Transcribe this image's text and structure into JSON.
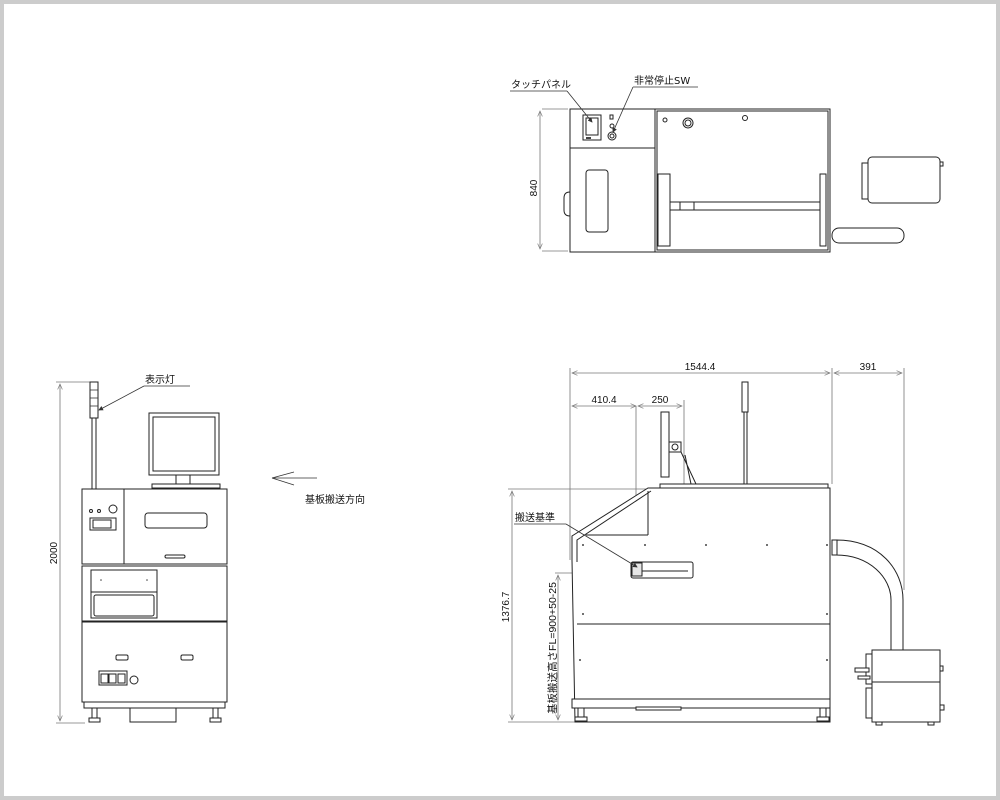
{
  "drawing": {
    "title": "Equipment external view drawing",
    "views": [
      "top-view",
      "front-view",
      "side-view"
    ]
  },
  "labels": {
    "touch_panel": "タッチパネル",
    "emergency_stop": "非常停止SW",
    "signal_tower": "表示灯",
    "transfer_direction": "基板搬送方向",
    "transfer_reference": "搬送基準",
    "transfer_height": "基板搬送高さFL=900+50-25"
  },
  "dimensions": {
    "top_depth": "840",
    "front_height": "2000",
    "side_width": "1544.4",
    "side_offset_1": "410.4",
    "side_offset_2": "250",
    "side_ext": "391",
    "side_height": "1376.7"
  },
  "colors": {
    "frame_border": "#cccccc",
    "background": "#ffffff",
    "line": "#222222",
    "dimension_line": "#777777"
  }
}
